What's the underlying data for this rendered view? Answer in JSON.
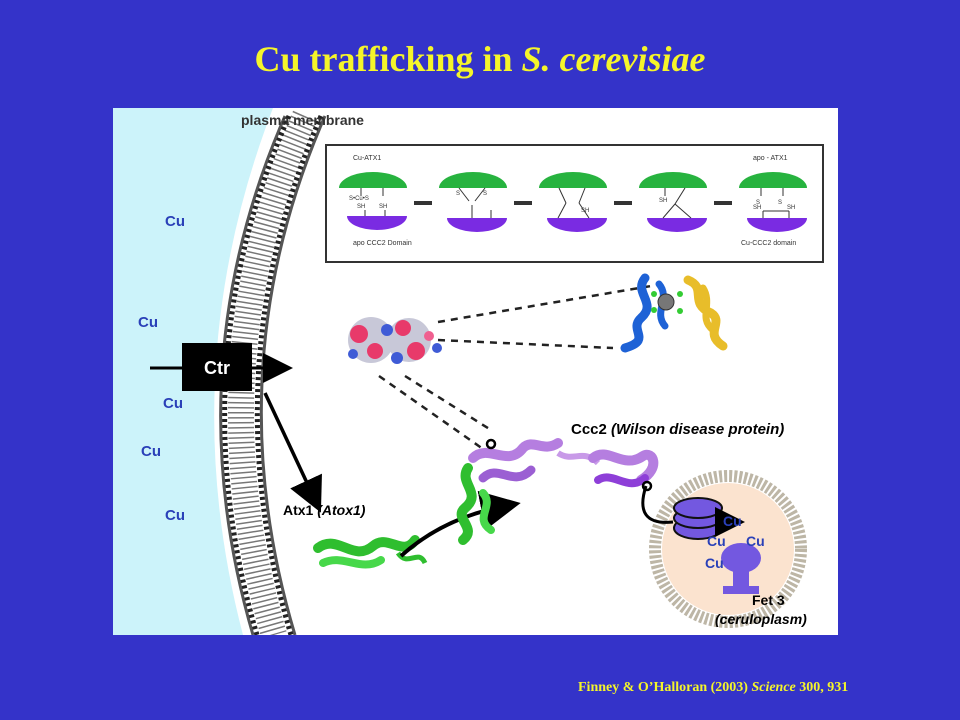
{
  "slide": {
    "title_main": "Cu trafficking in ",
    "title_species": "S. cerevisiae",
    "citation_authors": "Finney & O’Halloran (2003) ",
    "citation_journal": "Science",
    "citation_ref": " 300, 931"
  },
  "diagram": {
    "membrane_label": "plasma membrane",
    "outside_cu_labels": [
      "Cu",
      "Cu",
      "Cu",
      "Cu",
      "Cu"
    ],
    "ctr_label": "Ctr",
    "atx1_label": "Atx1 ",
    "atx1_human": "(Atox1)",
    "ccc2_label": "Ccc2 ",
    "ccc2_human": "(Wilson disease protein)",
    "fet3_label": "Fet 3",
    "fet3_human": "(ceruloplasm)",
    "vesicle_cu_labels": [
      "Cu",
      "Cu",
      "Cu",
      "Cu"
    ],
    "inset": {
      "top_left": "Cu-ATX1",
      "top_right": "apo - ATX1",
      "bottom_left": "apo CCC2 Domain",
      "bottom_right": "Cu-CCC2 domain",
      "site_labels": [
        "S•Cu•S",
        "SH",
        "SH",
        "S",
        "S",
        "SH",
        "SH",
        "S",
        "S",
        "SH",
        "SH"
      ]
    }
  }
}
